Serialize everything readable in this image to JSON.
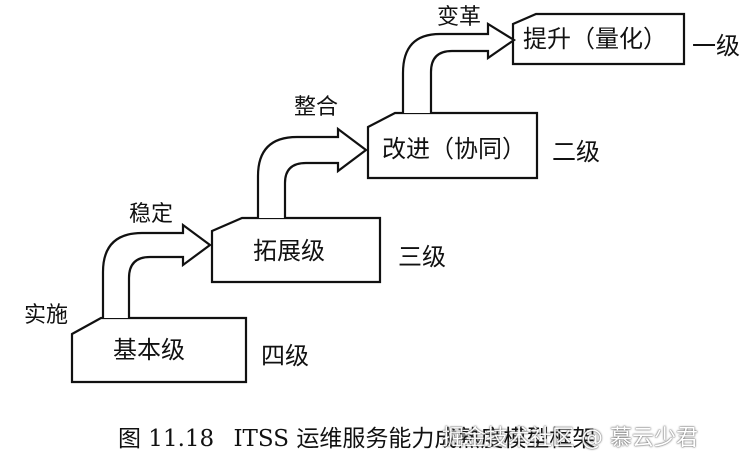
{
  "levels": {
    "level4": {
      "box": "基本级",
      "grade": "四级"
    },
    "level3": {
      "box": "拓展级",
      "grade": "三级"
    },
    "level2": {
      "box": "改进（协同）",
      "grade": "二级"
    },
    "level1": {
      "box": "提升（量化）",
      "grade": "一级"
    }
  },
  "transitions": {
    "implement": "实施",
    "stabilize": "稳定",
    "integrate": "整合",
    "transform": "变革"
  },
  "caption": {
    "figure_number": "图 11.18",
    "title": "ITSS 运维服务能力成熟度模型框架"
  },
  "watermark": "掘金技术社区 @ 慕云少君",
  "colors": {
    "stroke": "#111111",
    "fill": "#ffffff"
  }
}
